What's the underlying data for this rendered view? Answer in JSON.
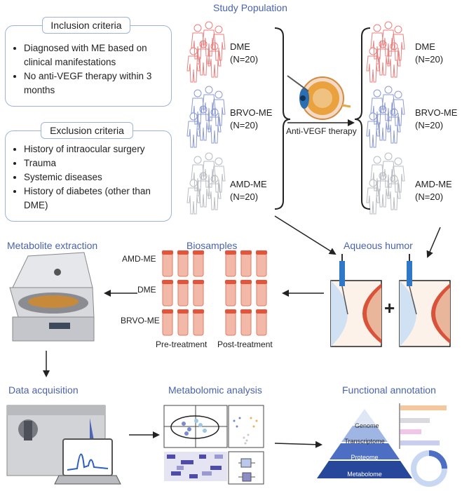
{
  "study_population": {
    "title": "Study Population"
  },
  "inclusion": {
    "title": "Inclusion criteria",
    "items": [
      "Diagnosed with ME based on clinical manifestations",
      "No anti-VEGF therapy within 3 months"
    ]
  },
  "exclusion": {
    "title": "Exclusion criteria",
    "items": [
      "History of intraocular surgery",
      "Trauma",
      "Systemic diseases",
      "History of diabetes (other than DME)"
    ]
  },
  "groups_left": [
    {
      "name": "DME",
      "n": "(N=20)",
      "color": "#e8807f"
    },
    {
      "name": "BRVO-ME",
      "n": "(N=20)",
      "color": "#8d9bd1"
    },
    {
      "name": "AMD-ME",
      "n": "(N=20)",
      "color": "#b9bcc2"
    }
  ],
  "groups_right": [
    {
      "name": "DME",
      "n": "(N=20)",
      "color": "#e8807f"
    },
    {
      "name": "BRVO-ME",
      "n": "(N=20)",
      "color": "#8d9bd1"
    },
    {
      "name": "AMD-ME",
      "n": "(N=20)",
      "color": "#b9bcc2"
    }
  ],
  "therapy_label": "Anti-VEGF therapy",
  "metabolite_extraction": {
    "title": "Metabolite extraction"
  },
  "biosamples": {
    "title": "Biosamples",
    "rows": [
      "AMD-ME",
      "DME",
      "BRVO-ME"
    ],
    "pre_label": "Pre-treatment",
    "post_label": "Post-treatment"
  },
  "aqueous_humor": {
    "title": "Aqueous humor",
    "plus": "+"
  },
  "data_acquisition": {
    "title": "Data acquisition"
  },
  "metabolomic_analysis": {
    "title": "Metabolomic analysis"
  },
  "functional_annotation": {
    "title": "Functional annotation",
    "levels": [
      "Genome",
      "Transcriptome",
      "Proteome",
      "Metabolome"
    ]
  },
  "colors": {
    "heading": "#4a63ad",
    "box_border": "#9db3da",
    "arrow": "#222222"
  }
}
